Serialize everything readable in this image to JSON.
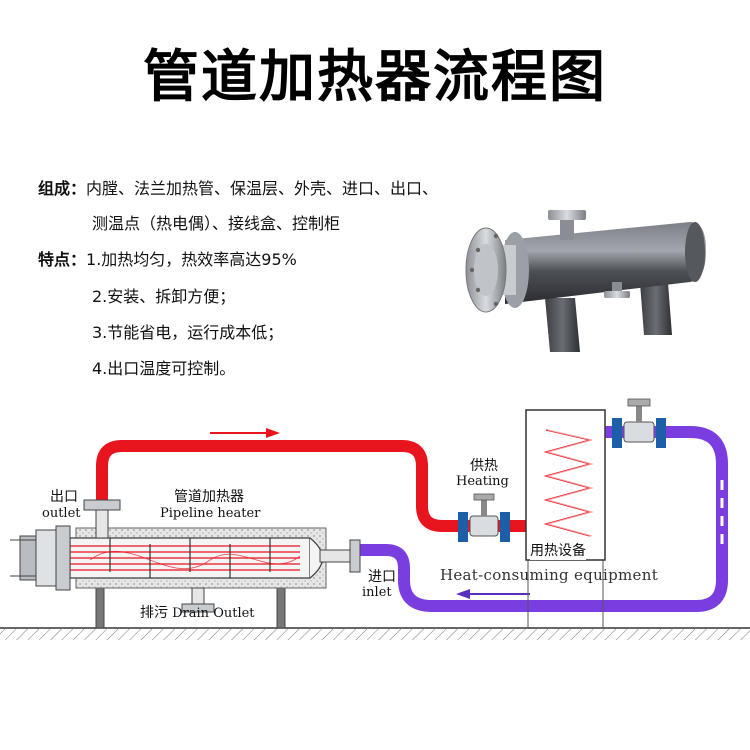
{
  "title": "管道加热器流程图",
  "specs": {
    "composition_label": "组成：",
    "composition_line1": "内膛、法兰加热管、保温层、外壳、进口、出口、",
    "composition_line2": "测温点（热电偶）、接线盒、控制柜",
    "features_label": "特点：",
    "features": [
      "1.加热均匀，热效率高达95%",
      "2.安装、拆卸方便；",
      "3.节能省电，运行成本低；",
      "4.出口温度可控制。"
    ]
  },
  "diagram": {
    "outlet_cn": "出口",
    "outlet_en": "outlet",
    "heater_cn": "管道加热器",
    "heater_en": "Pipeline heater",
    "inlet_cn": "进口",
    "inlet_en": "inlet",
    "drain_cn": "排污",
    "drain_en": "Drain Outlet",
    "heating_cn": "供热",
    "heating_en": "Heating",
    "equipment_cn": "用热设备",
    "equipment_en": "Heat-consuming equipment"
  },
  "colors": {
    "hot_pipe": "#e8141e",
    "cold_pipe": "#7a3ee0",
    "valve_blue": "#1c5fa8",
    "heater_body": "#4a4d52"
  }
}
